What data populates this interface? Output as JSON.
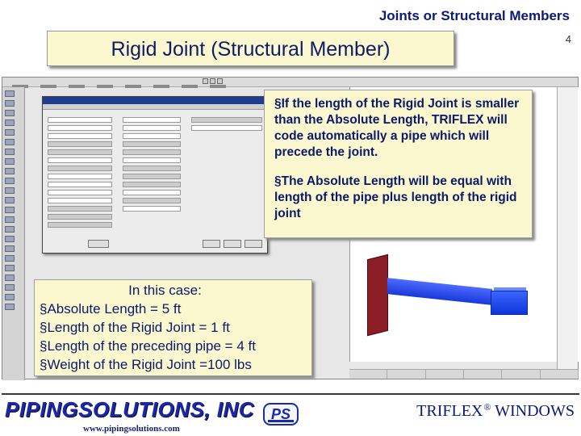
{
  "header": {
    "section_title": "Joints or Structural Members",
    "page_number": "4"
  },
  "slide": {
    "title": "Rigid Joint (Structural Member)"
  },
  "callout": {
    "bullets": [
      "§If the length of the Rigid Joint is smaller than the Absolute Length, TRIFLEX will code automatically a pipe which will precede the joint.",
      "§The Absolute Length will be equal with length of the pipe plus  length of the rigid joint"
    ]
  },
  "case_box": {
    "heading": "In this case:",
    "lines": [
      "§Absolute Length = 5 ft",
      "§Length of the Rigid Joint = 1 ft",
      "§Length of the preceding pipe = 4 ft",
      "§Weight of the Rigid Joint =100 lbs"
    ]
  },
  "footer": {
    "company_logo": "PIPINGSOLUTIONS, INC",
    "url": "www.pipingsolutions.com",
    "ps_logo": "PS",
    "product": "TRIFLEX",
    "product_mark": "®",
    "product_suffix": "WINDOWS"
  },
  "colors": {
    "accent": "#0a1a68",
    "callout_bg": "#fbf7cf",
    "pipe": "#1f4cff",
    "wall": "#8a1d25"
  }
}
